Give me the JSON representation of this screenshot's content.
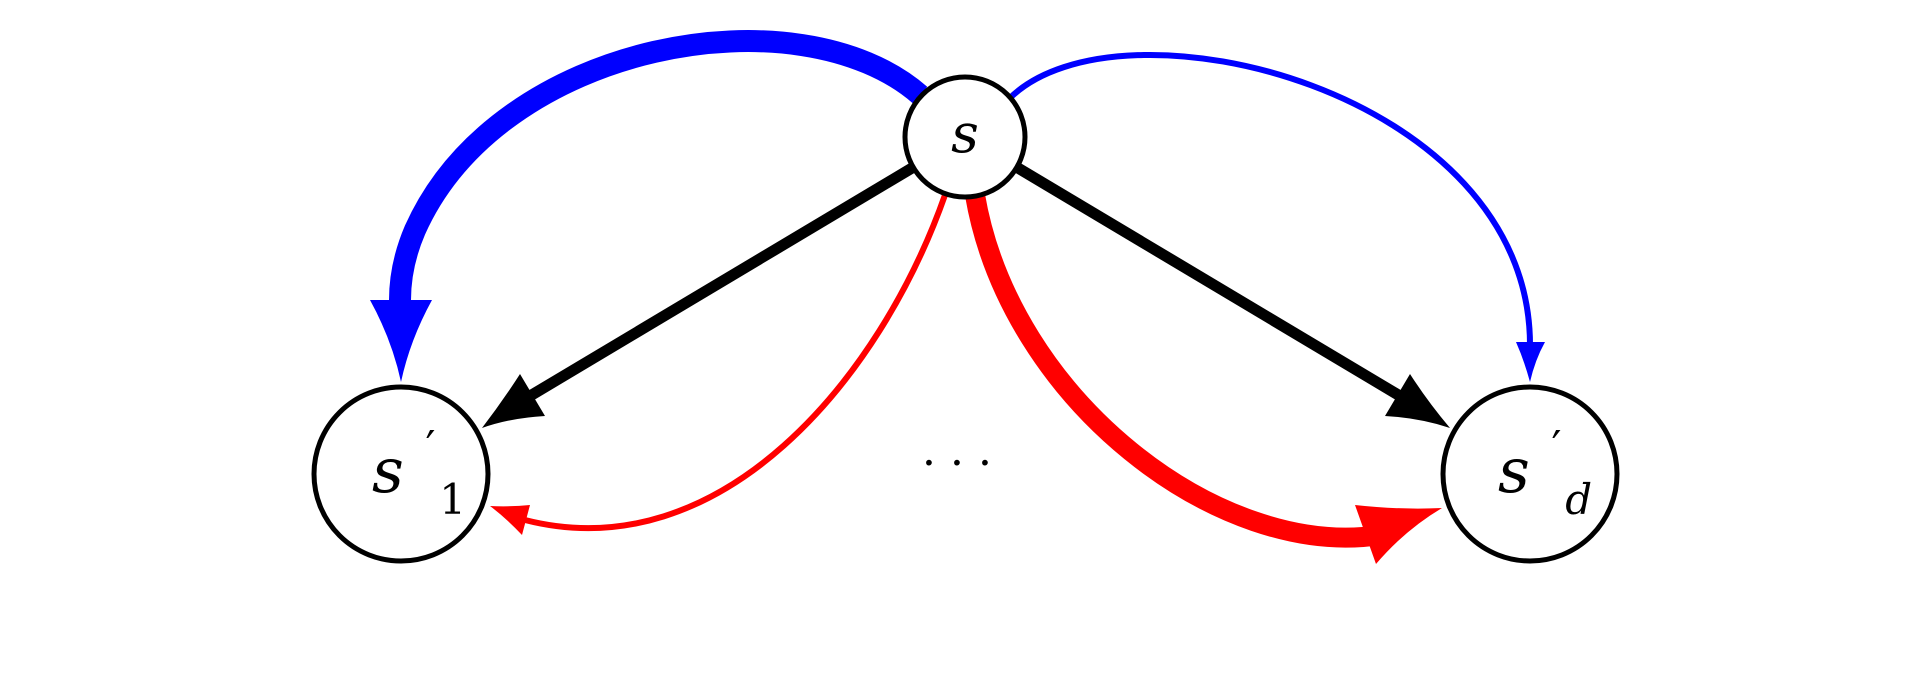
{
  "diagram": {
    "nodes": {
      "source": {
        "base": "s"
      },
      "left": {
        "base": "s",
        "prime": "′",
        "subscript": "1"
      },
      "right": {
        "base": "s",
        "prime": "′",
        "subscript": "d"
      }
    },
    "ellipsis": "· · ·",
    "colors": {
      "blue": "#0000ff",
      "red": "#ff0000",
      "black": "#000000"
    },
    "edges": [
      {
        "id": "blue-thick-to-left",
        "from": "source",
        "to": "left",
        "color": "blue",
        "weight": "thick"
      },
      {
        "id": "black-to-left",
        "from": "source",
        "to": "left",
        "color": "black",
        "weight": "medium"
      },
      {
        "id": "red-thin-to-left",
        "from": "source",
        "to": "left",
        "color": "red",
        "weight": "thin"
      },
      {
        "id": "blue-thin-to-right",
        "from": "source",
        "to": "right",
        "color": "blue",
        "weight": "thin"
      },
      {
        "id": "black-to-right",
        "from": "source",
        "to": "right",
        "color": "black",
        "weight": "medium"
      },
      {
        "id": "red-thick-to-right",
        "from": "source",
        "to": "right",
        "color": "red",
        "weight": "thick"
      }
    ]
  }
}
